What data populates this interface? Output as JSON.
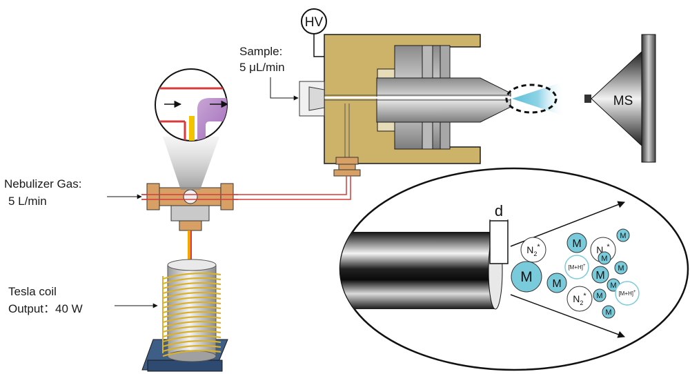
{
  "labels": {
    "hv": "HV",
    "sample_line1": "Sample:",
    "sample_line2": "5 μL/min",
    "ms": "MS",
    "nebulizer_line1": "Nebulizer Gas:",
    "nebulizer_line2": "5 L/min",
    "tesla_line1": "Tesla coil",
    "tesla_line2": "Output：40 W",
    "gap": "d"
  },
  "ions": {
    "m": "M",
    "n2_base": "N",
    "n2_sub": "2",
    "n2_sup": "*",
    "mh": "[M+H]",
    "mh_sup": "+"
  },
  "colors": {
    "brass": "#cdb36a",
    "ion_blue": "#79cbdb",
    "copper": "#d9a066",
    "gas_red": "#d63a3a",
    "coil_gold": "#d9b12a",
    "base_blue": "#3e5e88"
  }
}
